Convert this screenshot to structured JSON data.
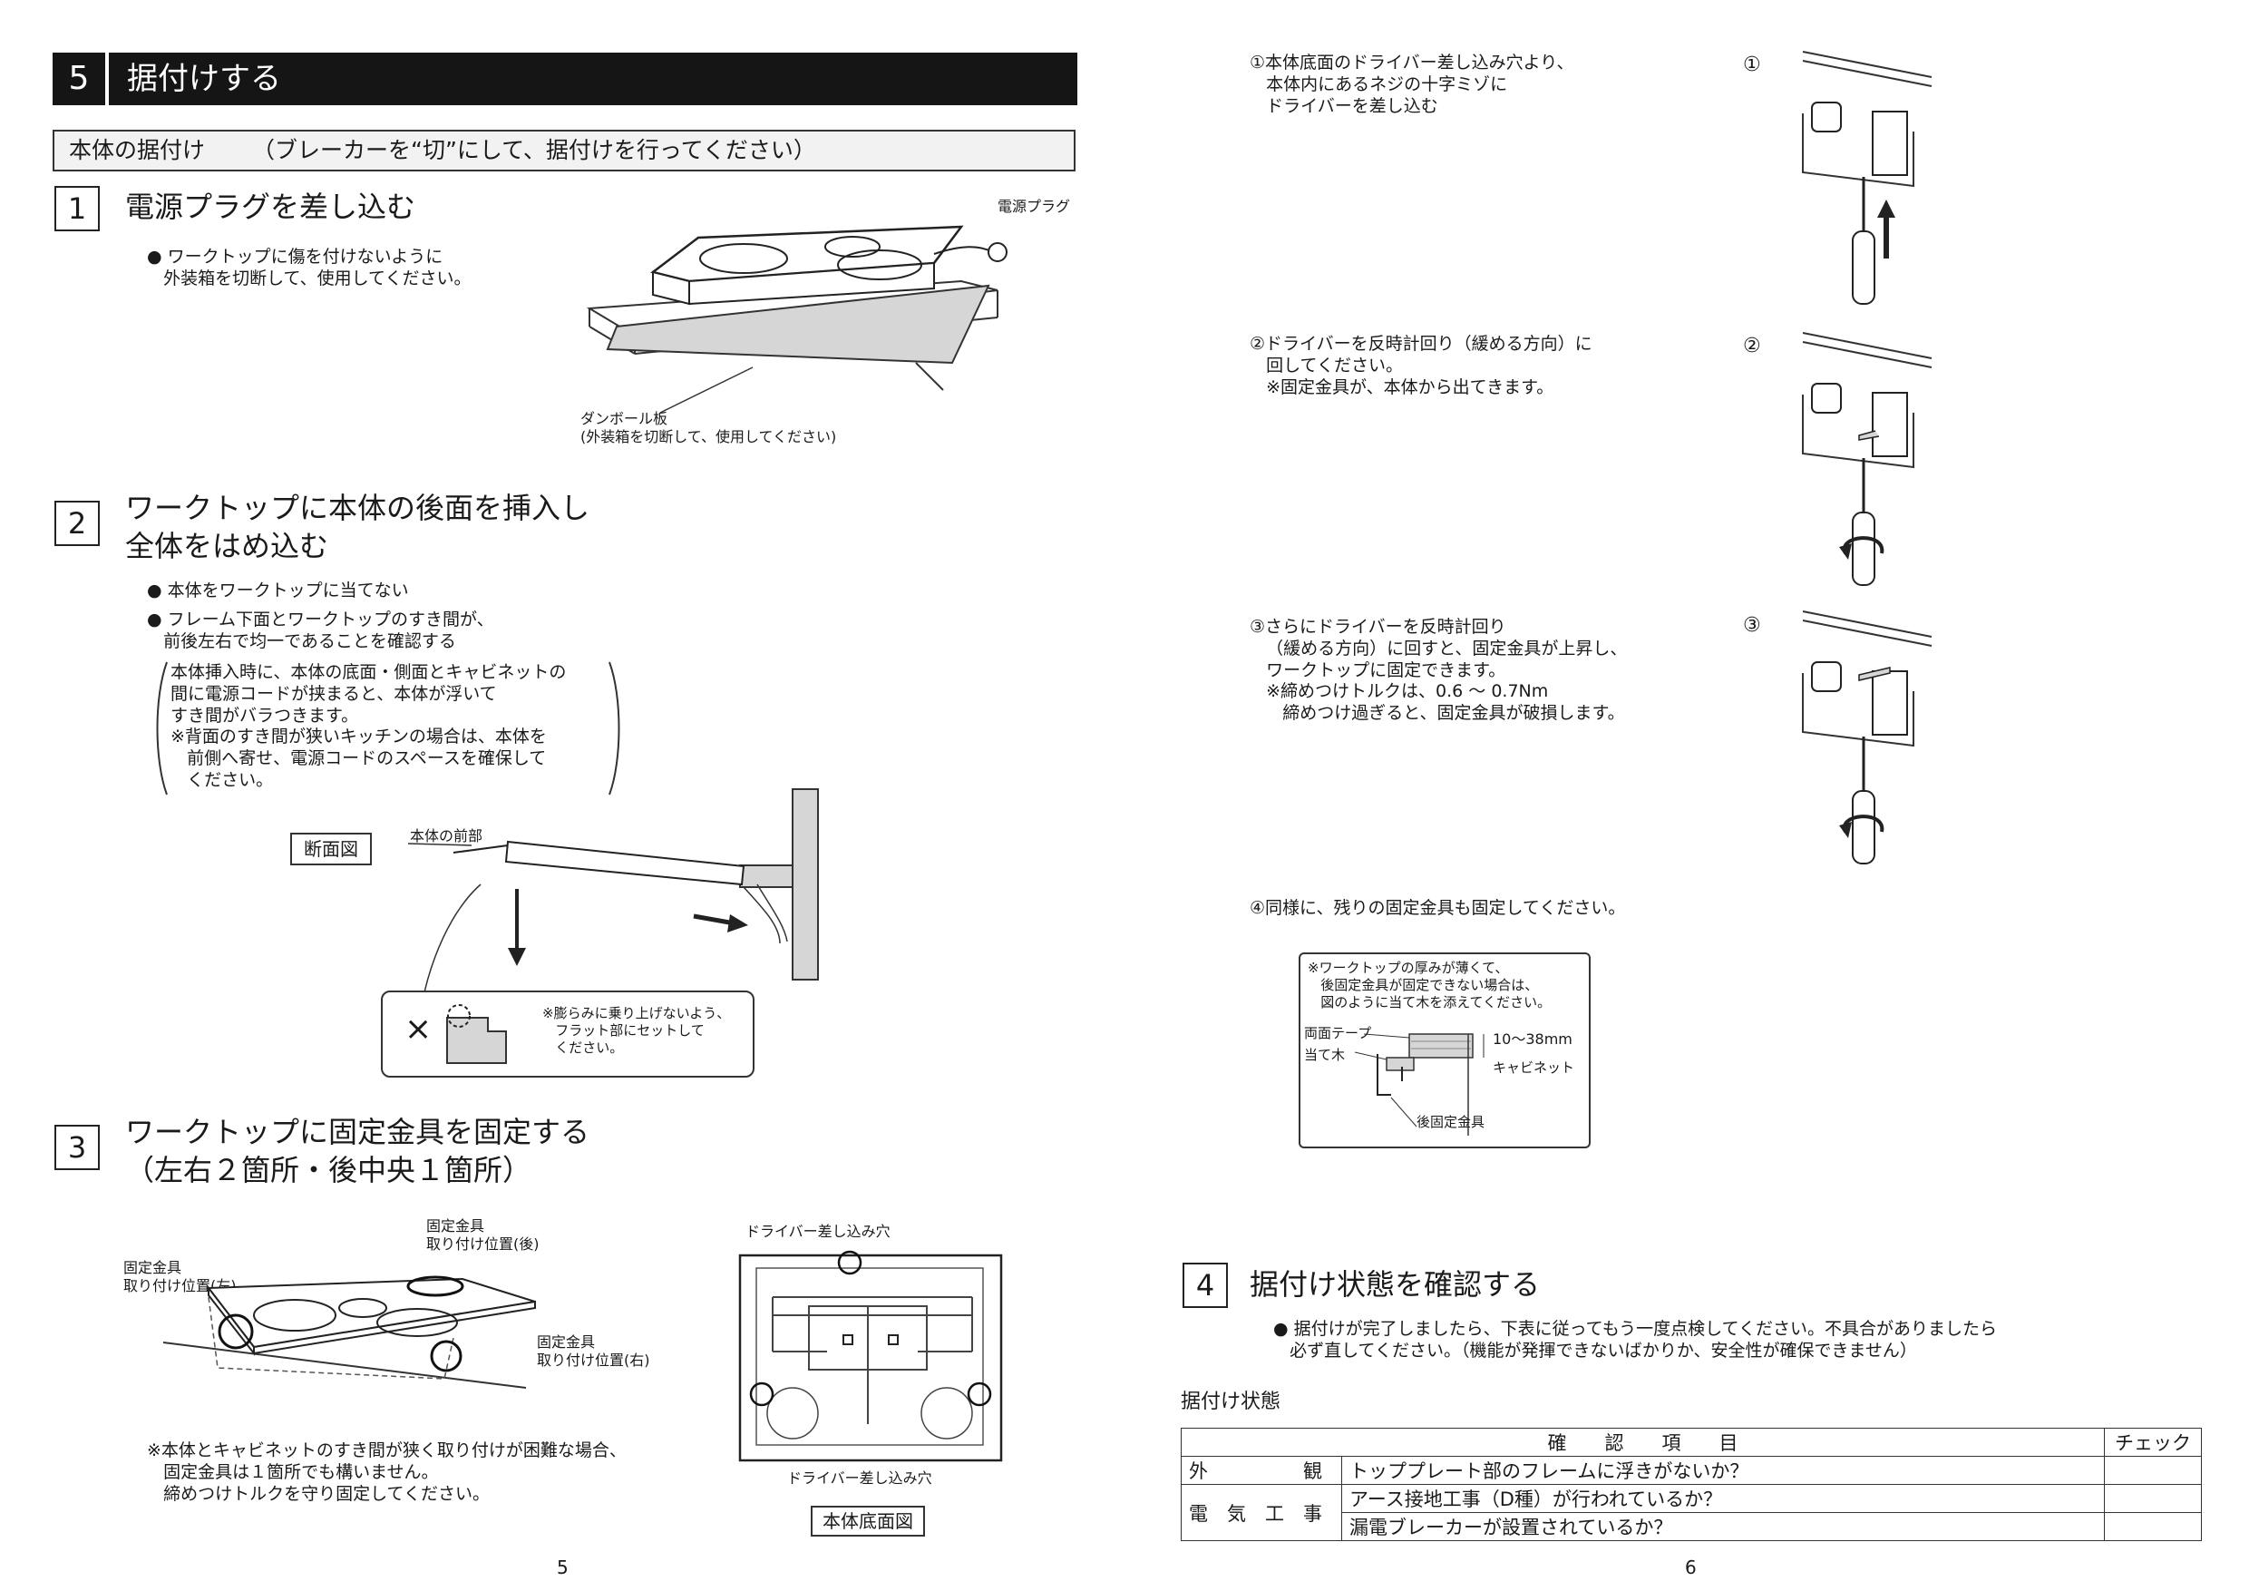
{
  "left": {
    "section_number": "5",
    "section_title": "据付けする",
    "subheader_title": "本体の据付け",
    "subheader_note": "（ブレーカーを“切”にして、据付けを行ってください）",
    "step1": {
      "number": "1",
      "title": "電源プラグを差し込む",
      "bullet": "● ワークトップに傷を付けないように\n   外装箱を切断して、使用してください。",
      "label_plug": "電源プラグ",
      "label_board": "ダンボール板\n(外装箱を切断して、使用してください)"
    },
    "step2": {
      "number": "2",
      "title": "ワークトップに本体の後面を挿入し\n全体をはめ込む",
      "bullet1": "● 本体をワークトップに当てない",
      "bullet2": "● フレーム下面とワークトップのすき間が、\n   前後左右で均一であることを確認する",
      "note": "本体挿入時に、本体の底面・側面とキャビネットの\n間に電源コードが挟まると、本体が浮いて\nすき間がバラつきます。\n※背面のすき間が狭いキッチンの場合は、本体を\n   前側へ寄せ、電源コードのスペースを確保して\n   ください。",
      "label_section": "断面図",
      "label_front": "本体の前部",
      "inset_note": "※膨らみに乗り上げないよう、\n   フラット部にセットして\n   ください。",
      "x_mark": "×"
    },
    "step3": {
      "number": "3",
      "title": "ワークトップに固定金具を固定する\n（左右２箇所・後中央１箇所）",
      "label_rear": "固定金具\n取り付け位置(後)",
      "label_left": "固定金具\n取り付け位置(左)",
      "label_right": "固定金具\n取り付け位置(右)",
      "label_hole_top": "ドライバー差し込み穴",
      "label_hole_bottom": "ドライバー差し込み穴",
      "label_bottom_view": "本体底面図",
      "note": "※本体とキャビネットのすき間が狭く取り付けが困難な場合、\n   固定金具は１箇所でも構いません。\n   締めつけトルクを守り固定してください。"
    },
    "page_number": "5"
  },
  "right": {
    "steps": [
      {
        "mark": "①",
        "text": "①本体底面のドライバー差し込み穴より、\n   本体内にあるネジの十字ミゾに\n   ドライバーを差し込む"
      },
      {
        "mark": "②",
        "text": "②ドライバーを反時計回り（緩める方向）に\n   回してください。\n   ※固定金具が、本体から出てきます。"
      },
      {
        "mark": "③",
        "text": "③さらにドライバーを反時計回り\n   （緩める方向）に回すと、固定金具が上昇し、\n   ワークトップに固定できます。\n   ※締めつけトルクは、0.6 〜 0.7Nm\n      締めつけ過ぎると、固定金具が破損します。"
      }
    ],
    "step4_text": "④同様に、残りの固定金具も固定してください。",
    "inset": {
      "note": "※ワークトップの厚みが薄くて、\n   後固定金具が固定できない場合は、\n   図のように当て木を添えてください。",
      "label_tape": "両面テープ",
      "label_wood": "当て木",
      "label_range": "10〜38mm",
      "label_cabinet": "キャビネット",
      "label_bracket": "後固定金具"
    },
    "confirm": {
      "number": "4",
      "title": "据付け状態を確認する",
      "bullet": "● 据付けが完了しましたら、下表に従ってもう一度点検してください。不具合がありましたら\n   必ず直してください。（機能が発揮できないばかりか、安全性が確保できません）",
      "table_title": "据付け状態",
      "header_item": "確　　認　　項　　目",
      "header_check": "チェック",
      "rows": [
        {
          "category": "外　　　　　観",
          "item": "トッププレート部のフレームに浮きがないか？"
        },
        {
          "category": "電　気　工　事",
          "item": "アース接地工事（D種）が行われているか？"
        },
        {
          "category": "",
          "item": "漏電ブレーカーが設置されているか？"
        }
      ]
    },
    "page_number": "6"
  }
}
